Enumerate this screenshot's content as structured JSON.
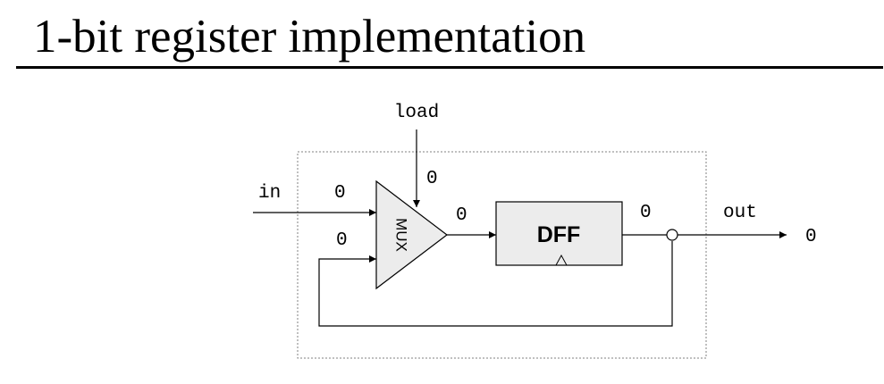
{
  "title": "1-bit register implementation",
  "diagram": {
    "load_label": "load",
    "in_label": "in",
    "out_label": "out",
    "mux_label": "MUX",
    "dff_label": "DFF",
    "load_value": "0",
    "in_value": "0",
    "feedback_value": "0",
    "mux_out_value": "0",
    "dff_out_value": "0",
    "out_value": "0"
  },
  "colors": {
    "dff_fill": "#ececec",
    "border": "#808080",
    "line": "#000000"
  }
}
